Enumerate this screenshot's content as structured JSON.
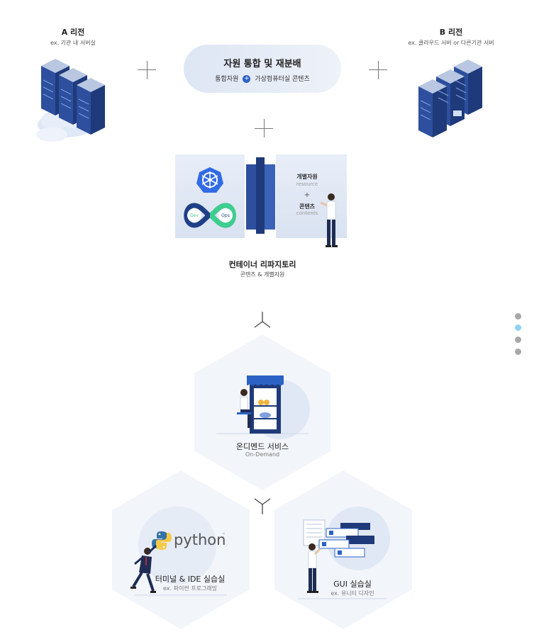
{
  "region_a": {
    "title": "A 리전",
    "subtitle": "ex. 기관 내 서버실"
  },
  "region_b": {
    "title": "B 리전",
    "subtitle": "ex. 클라우드 서버 or 다른기관 서버"
  },
  "integration": {
    "title": "자원 통합 및 재분배",
    "left": "통합자원",
    "plus": "+",
    "right": "가상컴퓨터실 콘텐츠"
  },
  "container": {
    "title": "컨테이너 리파지토리",
    "subtitle": "콘텐츠 & 개별자원",
    "board_line1": "개별자원",
    "board_line1_en": "resource",
    "board_plus": "+",
    "board_line2": "콘텐츠",
    "board_line2_en": "contents",
    "dev_label": "Dev",
    "ops_label": "Ops"
  },
  "hex_top": {
    "title": "온디멘드 서비스",
    "subtitle": "On-Demand"
  },
  "hex_left": {
    "title": "터미널 & IDE 실습실",
    "subtitle": "ex. 파이썬 프로그래밍",
    "logo_text": "python",
    "tm": "™"
  },
  "hex_right": {
    "title": "GUI 실습실",
    "subtitle": "ex. 유니티 디자인"
  },
  "pagination": {
    "count": 4,
    "active_index": 1
  },
  "colors": {
    "navy": "#1f3f86",
    "blue": "#2b62c4",
    "light_panel": "#e3eaf6",
    "hex_fill": "#f1f4fa",
    "accent_dot": "#8fd3f2",
    "inactive_dot": "#a8a8a8"
  }
}
